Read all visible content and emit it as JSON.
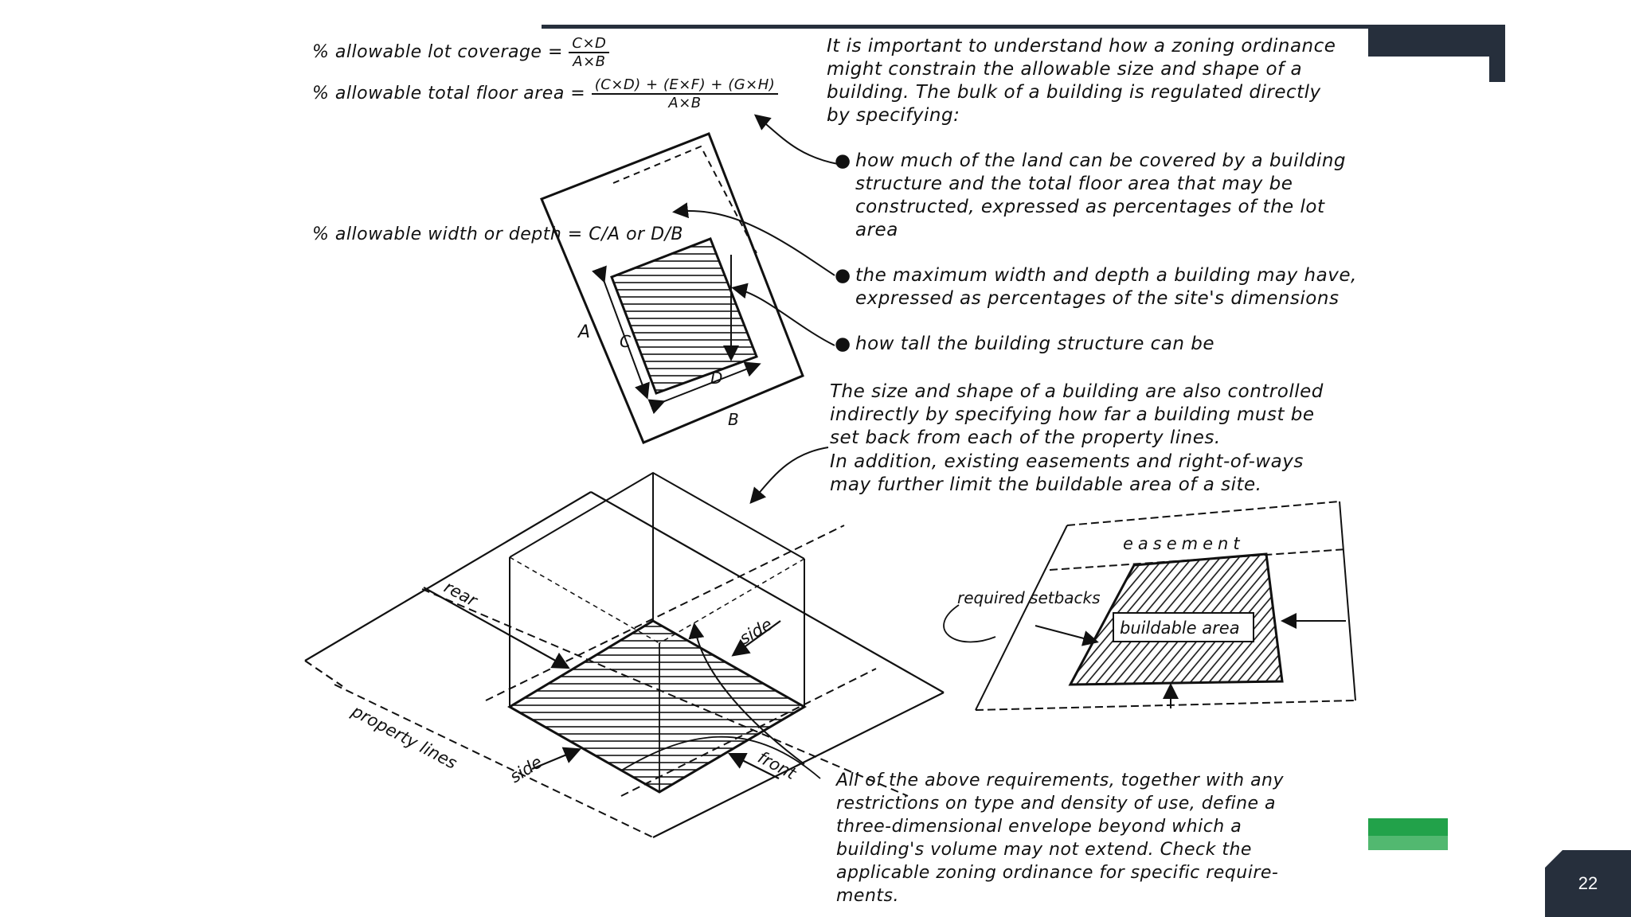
{
  "slide": {
    "page_number": "22"
  },
  "formulas": {
    "lot_coverage_label": "% allowable lot coverage =",
    "lot_coverage_num": "C×D",
    "lot_coverage_den": "A×B",
    "floor_area_label": "% allowable total floor area =",
    "floor_area_num": "(C×D) + (E×F) + (G×H)",
    "floor_area_den": "A×B",
    "width_depth_label": "% allowable width or depth =",
    "width_depth_value": "C/A or D/B"
  },
  "intro_text": "It is important to understand how a zoning ordinance might constrain the allowable size and shape of a building. The bulk of a building is regulated directly by specifying:",
  "bullets": [
    "how much of the land can be covered by a building structure and the total floor area that may be constructed, expressed as percentages of the lot area",
    "the maximum width and depth a building may have, expressed as percentages of the site's dimensions",
    "how tall the building structure can be"
  ],
  "setback_text": "The size and shape of a building are also controlled indirectly by specifying how far a building must be set back from each of the property lines.",
  "easement_text": "In addition, existing easements and right-of-ways may further limit the buildable area of a site.",
  "envelope_text": "All of the above requirements, together with any restrictions on type and density of use, define a three-dimensional envelope beyond which a building's volume may not extend. Check the applicable zoning ordinance for specific require-ments.",
  "plan_labels": {
    "a": "A",
    "b": "B",
    "c": "C",
    "d": "D"
  },
  "iso_labels": {
    "rear": "rear",
    "side_right": "side",
    "side_left": "side",
    "front": "front",
    "property_lines": "property lines"
  },
  "buildable_labels": {
    "easement": "easement",
    "required_setbacks": "required setbacks",
    "buildable_area": "buildable area"
  }
}
